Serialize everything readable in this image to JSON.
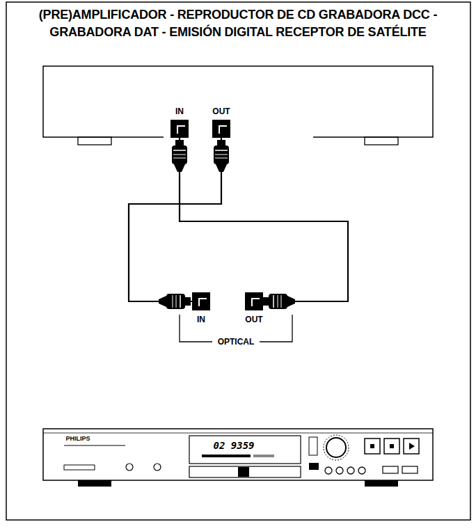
{
  "diagram": {
    "title": "(PRE)AMPLIFICADOR - REPRODUCTOR DE CD GRABADORA DCC - GRABADORA DAT - EMISIÓN DIGITAL RECEPTOR DE SATÉLITE",
    "nodes": [
      {
        "text": [
          "IN"
        ]
      },
      {
        "text": [
          "OUT"
        ]
      },
      {
        "text": [
          "IN"
        ]
      },
      {
        "text": [
          "OUT"
        ]
      }
    ],
    "edges": [
      {
        "from": 1,
        "to": 2,
        "arrow": "none"
      },
      {
        "from": 3,
        "to": 0,
        "arrow": "none"
      }
    ],
    "labels": [
      "OPTICAL",
      "PHILIPS",
      "02 9359"
    ]
  }
}
